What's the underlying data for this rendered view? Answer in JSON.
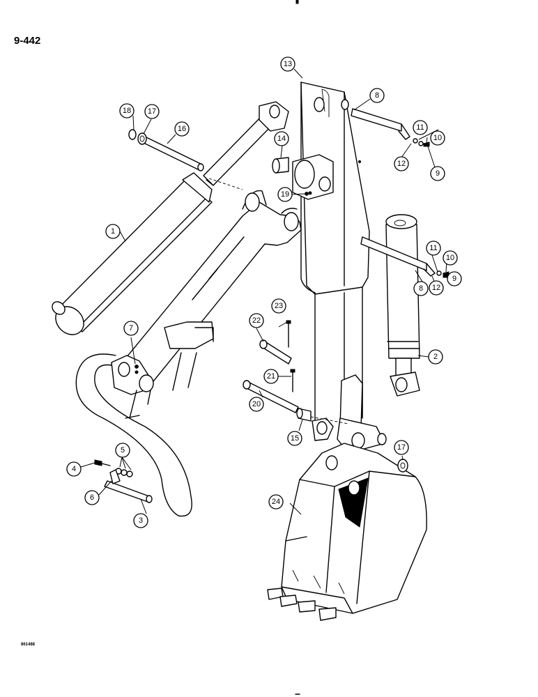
{
  "page_number": "9-442",
  "drawing_code": "861488",
  "callouts": {
    "c1": "1",
    "c2": "2",
    "c3": "3",
    "c4": "4",
    "c5": "5",
    "c6": "6",
    "c7": "7",
    "c8a": "8",
    "c8b": "8",
    "c9a": "9",
    "c9b": "9",
    "c10a": "10",
    "c10b": "10",
    "c11a": "11",
    "c11b": "11",
    "c12a": "12",
    "c12b": "12",
    "c13": "13",
    "c14": "14",
    "c15": "15",
    "c16": "16",
    "c17a": "17",
    "c17b": "17",
    "c18": "18",
    "c19": "19",
    "c20": "20",
    "c21": "21",
    "c22": "22",
    "c23": "23",
    "c24": "24"
  }
}
